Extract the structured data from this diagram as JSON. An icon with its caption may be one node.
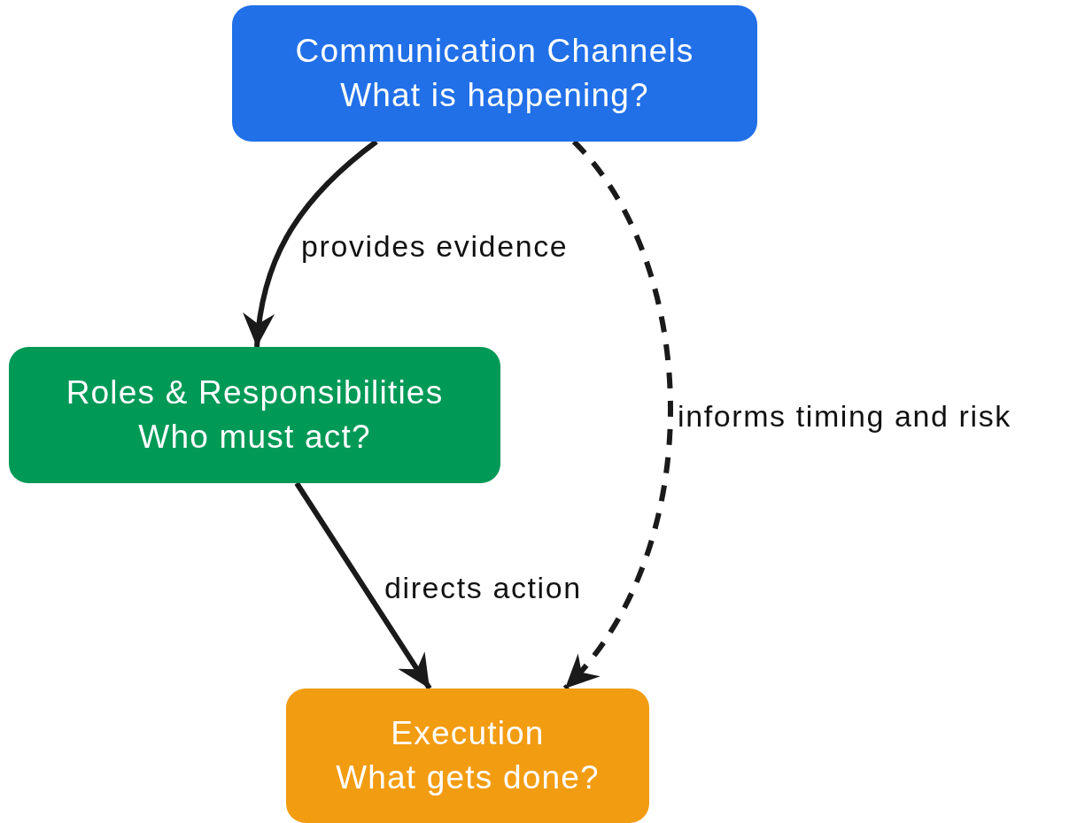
{
  "diagram": {
    "nodes": [
      {
        "text": [
          "Communication Channels",
          "What is happening?"
        ]
      },
      {
        "text": [
          "Roles & Responsibilities",
          "Who must act?"
        ]
      },
      {
        "text": [
          "Execution",
          "What gets done?"
        ]
      }
    ],
    "edges": [
      {
        "from": 0,
        "to": 1,
        "arrow": "to",
        "label": "provides evidence"
      },
      {
        "from": 1,
        "to": 2,
        "arrow": "to",
        "label": "directs action"
      },
      {
        "from": 0,
        "to": 2,
        "arrow": "to",
        "label": "informs timing and risk",
        "style": "dashed"
      }
    ]
  }
}
